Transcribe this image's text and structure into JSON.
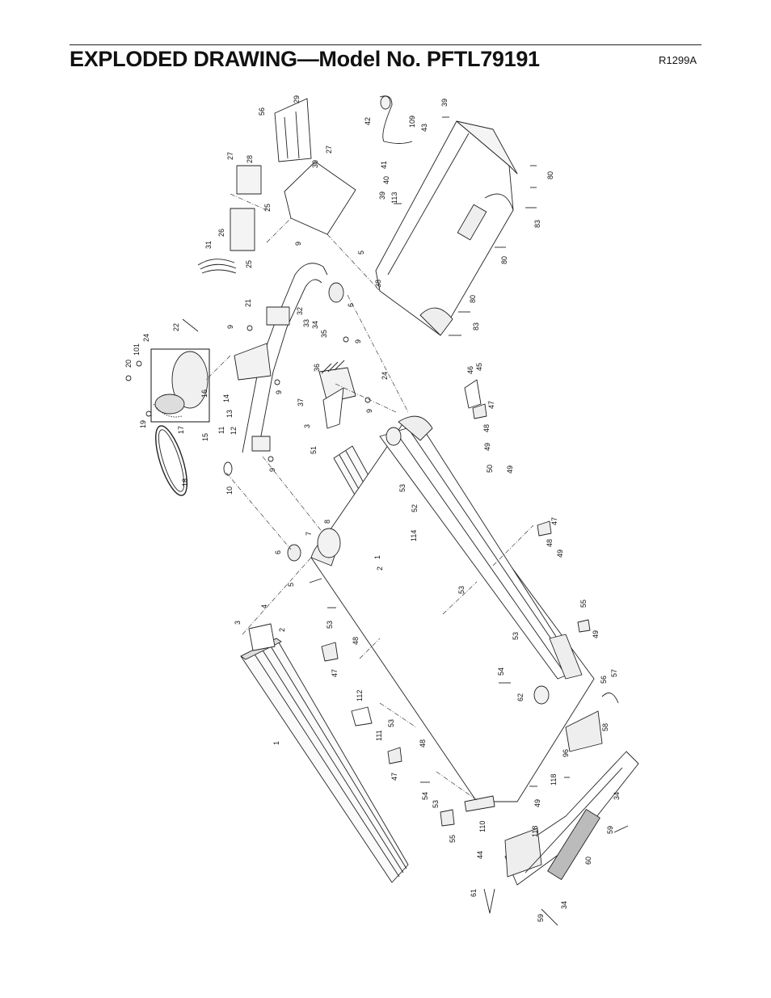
{
  "header": {
    "title": "EXPLODED DRAWING—Model No. PFTL79191",
    "code": "R1299A"
  },
  "callouts": [
    {
      "id": "c1a",
      "t": "1"
    },
    {
      "id": "c1b",
      "t": "1"
    },
    {
      "id": "c2a",
      "t": "2"
    },
    {
      "id": "c2b",
      "t": "2"
    },
    {
      "id": "c3a",
      "t": "3"
    },
    {
      "id": "c3b",
      "t": "3"
    },
    {
      "id": "c4",
      "t": "4"
    },
    {
      "id": "c5a",
      "t": "5"
    },
    {
      "id": "c5b",
      "t": "5"
    },
    {
      "id": "c6a",
      "t": "6"
    },
    {
      "id": "c6b",
      "t": "6"
    },
    {
      "id": "c7",
      "t": "7"
    },
    {
      "id": "c8",
      "t": "8"
    },
    {
      "id": "c9a",
      "t": "9"
    },
    {
      "id": "c9b",
      "t": "9"
    },
    {
      "id": "c9c",
      "t": "9"
    },
    {
      "id": "c9d",
      "t": "9"
    },
    {
      "id": "c9e",
      "t": "9"
    },
    {
      "id": "c9f",
      "t": "9"
    },
    {
      "id": "c10",
      "t": "10"
    },
    {
      "id": "c11",
      "t": "11"
    },
    {
      "id": "c12",
      "t": "12"
    },
    {
      "id": "c13",
      "t": "13"
    },
    {
      "id": "c14",
      "t": "14"
    },
    {
      "id": "c15",
      "t": "15"
    },
    {
      "id": "c16",
      "t": "16"
    },
    {
      "id": "c17",
      "t": "17"
    },
    {
      "id": "c18",
      "t": "18"
    },
    {
      "id": "c19",
      "t": "19"
    },
    {
      "id": "c20",
      "t": "20"
    },
    {
      "id": "c21",
      "t": "21"
    },
    {
      "id": "c22",
      "t": "22"
    },
    {
      "id": "c24a",
      "t": "24"
    },
    {
      "id": "c24b",
      "t": "24"
    },
    {
      "id": "c25a",
      "t": "25"
    },
    {
      "id": "c25b",
      "t": "25"
    },
    {
      "id": "c26",
      "t": "26"
    },
    {
      "id": "c27a",
      "t": "27"
    },
    {
      "id": "c27b",
      "t": "27"
    },
    {
      "id": "c28",
      "t": "28"
    },
    {
      "id": "c29",
      "t": "29"
    },
    {
      "id": "c30",
      "t": "30"
    },
    {
      "id": "c31",
      "t": "31"
    },
    {
      "id": "c32",
      "t": "32"
    },
    {
      "id": "c33",
      "t": "33"
    },
    {
      "id": "c34a",
      "t": "34"
    },
    {
      "id": "c34b",
      "t": "34"
    },
    {
      "id": "c34c",
      "t": "34"
    },
    {
      "id": "c35",
      "t": "35"
    },
    {
      "id": "c36",
      "t": "36"
    },
    {
      "id": "c37",
      "t": "37"
    },
    {
      "id": "c38",
      "t": "38"
    },
    {
      "id": "c39a",
      "t": "39"
    },
    {
      "id": "c39b",
      "t": "39"
    },
    {
      "id": "c40",
      "t": "40"
    },
    {
      "id": "c41",
      "t": "41"
    },
    {
      "id": "c42",
      "t": "42"
    },
    {
      "id": "c43",
      "t": "43"
    },
    {
      "id": "c44",
      "t": "44"
    },
    {
      "id": "c45",
      "t": "45"
    },
    {
      "id": "c46",
      "t": "46"
    },
    {
      "id": "c47a",
      "t": "47"
    },
    {
      "id": "c47b",
      "t": "47"
    },
    {
      "id": "c47c",
      "t": "47"
    },
    {
      "id": "c47d",
      "t": "47"
    },
    {
      "id": "c48a",
      "t": "48"
    },
    {
      "id": "c48b",
      "t": "48"
    },
    {
      "id": "c48c",
      "t": "48"
    },
    {
      "id": "c48d",
      "t": "48"
    },
    {
      "id": "c49a",
      "t": "49"
    },
    {
      "id": "c49b",
      "t": "49"
    },
    {
      "id": "c49c",
      "t": "49"
    },
    {
      "id": "c49d",
      "t": "49"
    },
    {
      "id": "c49e",
      "t": "49"
    },
    {
      "id": "c50",
      "t": "50"
    },
    {
      "id": "c51",
      "t": "51"
    },
    {
      "id": "c52",
      "t": "52"
    },
    {
      "id": "c53a",
      "t": "53"
    },
    {
      "id": "c53b",
      "t": "53"
    },
    {
      "id": "c53c",
      "t": "53"
    },
    {
      "id": "c53d",
      "t": "53"
    },
    {
      "id": "c53e",
      "t": "53"
    },
    {
      "id": "c53f",
      "t": "53"
    },
    {
      "id": "c54a",
      "t": "54"
    },
    {
      "id": "c54b",
      "t": "54"
    },
    {
      "id": "c55a",
      "t": "55"
    },
    {
      "id": "c55b",
      "t": "55"
    },
    {
      "id": "c56a",
      "t": "56"
    },
    {
      "id": "c56b",
      "t": "56"
    },
    {
      "id": "c57",
      "t": "57"
    },
    {
      "id": "c58",
      "t": "58"
    },
    {
      "id": "c59a",
      "t": "59"
    },
    {
      "id": "c59b",
      "t": "59"
    },
    {
      "id": "c60",
      "t": "60"
    },
    {
      "id": "c61",
      "t": "61"
    },
    {
      "id": "c62",
      "t": "62"
    },
    {
      "id": "c80a",
      "t": "80"
    },
    {
      "id": "c80b",
      "t": "80"
    },
    {
      "id": "c80c",
      "t": "80"
    },
    {
      "id": "c83a",
      "t": "83"
    },
    {
      "id": "c83b",
      "t": "83"
    },
    {
      "id": "c96",
      "t": "96"
    },
    {
      "id": "c101",
      "t": "101"
    },
    {
      "id": "c109",
      "t": "109"
    },
    {
      "id": "c110",
      "t": "110"
    },
    {
      "id": "c111",
      "t": "111"
    },
    {
      "id": "c112",
      "t": "112"
    },
    {
      "id": "c113",
      "t": "113"
    },
    {
      "id": "c114",
      "t": "114"
    },
    {
      "id": "c118a",
      "t": "118"
    },
    {
      "id": "c118b",
      "t": "118"
    }
  ]
}
